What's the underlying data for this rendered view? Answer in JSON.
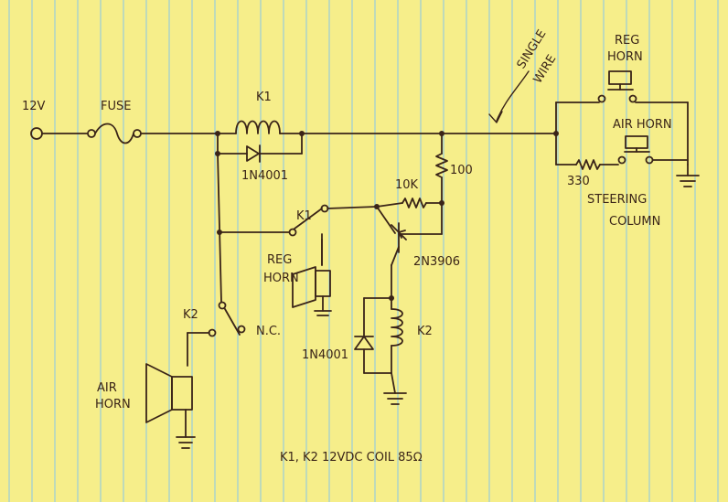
{
  "paper": {
    "color": "#f6ee8a",
    "rule_color": "#86c7ea",
    "ink_color": "#3a2418"
  },
  "labels": {
    "supply": "12V",
    "fuse": "FUSE",
    "k1_top": "K1",
    "diode_k1": "1N4001",
    "single_wire_1": "SINGLE",
    "single_wire_2": "WIRE",
    "reg_horn_switch_1": "REG",
    "reg_horn_switch_2": "HORN",
    "air_horn_switch": "AIR HORN",
    "resistor_330": "330",
    "steering_1": "STEERING",
    "steering_2": "COLUMN",
    "resistor_100": "100",
    "resistor_10k": "10K",
    "k1_contact": "K1",
    "transistor": "2N3906",
    "reg_horn_speaker_1": "REG",
    "reg_horn_speaker_2": "HORN",
    "k2_contact": "K2",
    "nc": "N.C.",
    "k2_coil": "K2",
    "diode_k2": "1N4001",
    "air_horn_speaker_1": "AIR",
    "air_horn_speaker_2": "HORN",
    "footnote": "K1, K2   12VDC COIL   85Ω"
  }
}
